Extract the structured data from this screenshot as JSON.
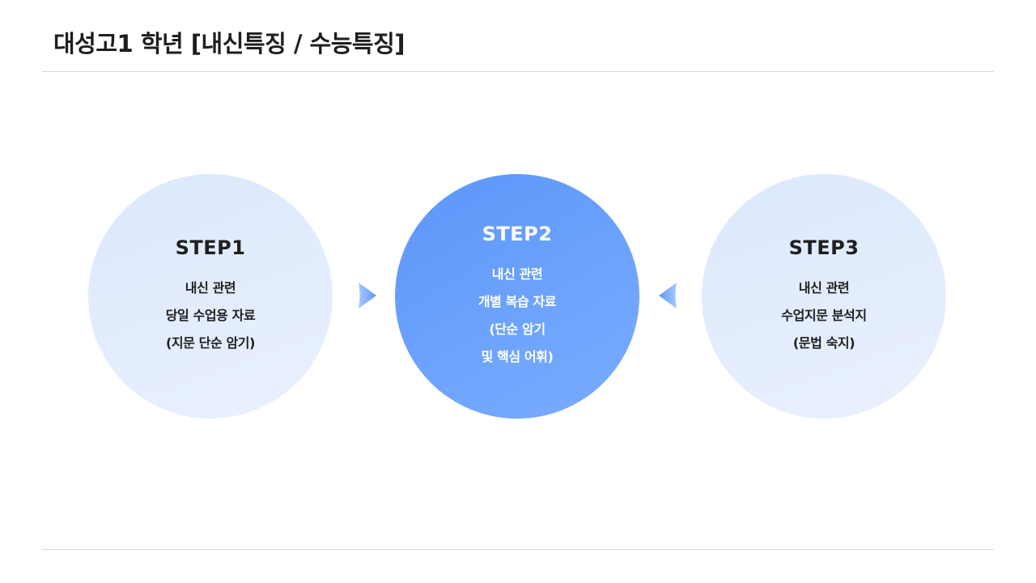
{
  "header": {
    "title": "대성고1 학년 [내신특징 / 수능특징]"
  },
  "steps": [
    {
      "title": "STEP1",
      "lines": [
        "내신 관련",
        "당일 수업용 자료",
        "(지문 단순 암기)"
      ]
    },
    {
      "title": "STEP2",
      "lines": [
        "내신 관련",
        "개별 복습 자료",
        "(단순 암기",
        "및 핵심 어휘)"
      ]
    },
    {
      "title": "STEP3",
      "lines": [
        "내신 관련",
        "수업지문 분석지",
        "(문법 숙지)"
      ]
    }
  ],
  "connectors": [
    {
      "icon": "triangle-right-icon",
      "direction": "right"
    },
    {
      "icon": "triangle-left-icon",
      "direction": "left"
    }
  ],
  "colors": {
    "light_circle": "#dfeafd",
    "highlight_circle": "#6399fb",
    "arrow": "#6a9ffb",
    "rule": "#d6d6d6",
    "title_text": "#1e1e1e"
  }
}
